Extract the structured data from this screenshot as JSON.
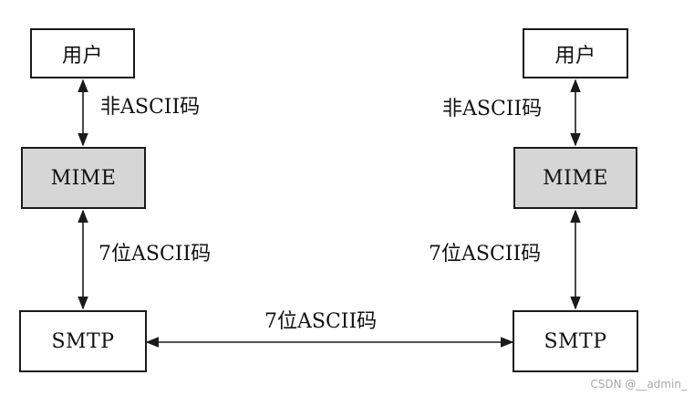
{
  "nodes": {
    "user_left": "用户",
    "user_right": "用户",
    "mime_left": "MIME",
    "mime_right": "MIME",
    "smtp_left": "SMTP",
    "smtp_right": "SMTP"
  },
  "edge_labels": {
    "left_user_mime": "非ASCII码",
    "right_user_mime": "非ASCII码",
    "left_mime_smtp": "7位ASCII码",
    "right_mime_smtp": "7位ASCII码",
    "smtp_smtp": "7位ASCII码"
  },
  "watermark": "CSDN @__admin_",
  "colors": {
    "mime_fill": "#d6d6d6",
    "line": "#1a1a1a"
  }
}
